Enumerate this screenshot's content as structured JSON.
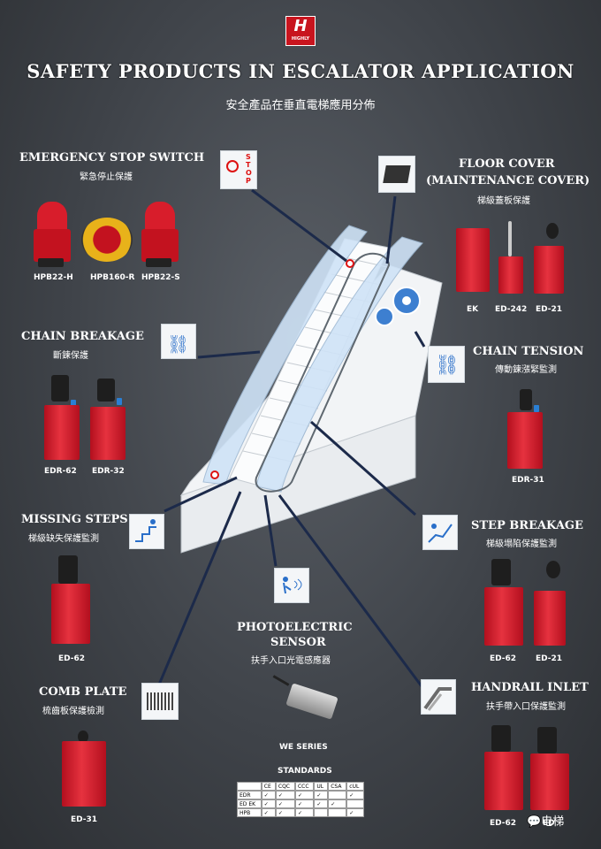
{
  "logo": {
    "mark": "H",
    "brand": "HIGHLY"
  },
  "header": {
    "title": "SAFETY PRODUCTS IN ESCALATOR APPLICATION",
    "subtitle": "安全產品在垂直電梯應用分佈"
  },
  "sections": {
    "emergency_stop": {
      "title": "EMERGENCY STOP SWITCH",
      "cn": "緊急停止保護",
      "products": [
        "HPB22-H",
        "HPB160-R",
        "HPB22-S"
      ]
    },
    "floor_cover": {
      "title_1": "FLOOR COVER",
      "title_2": "(MAINTENANCE COVER)",
      "cn": "梯級蓋板保護",
      "products": [
        "EK",
        "ED-242",
        "ED-21"
      ]
    },
    "chain_breakage": {
      "title": "CHAIN BREAKAGE",
      "cn": "斷鍊保護",
      "products": [
        "EDR-62",
        "EDR-32"
      ]
    },
    "chain_tension": {
      "title": "CHAIN TENSION",
      "cn": "傳動鍊漲緊監測",
      "products": [
        "EDR-31"
      ]
    },
    "missing_steps": {
      "title": "MISSING STEPS",
      "cn": "梯級缺失保護監測",
      "products": [
        "ED-62"
      ]
    },
    "step_breakage": {
      "title": "STEP BREAKAGE",
      "cn": "梯級塌陷保護監測",
      "products": [
        "ED-62",
        "ED-21"
      ]
    },
    "photoelectric": {
      "title_1": "PHOTOELECTRIC",
      "title_2": "SENSOR",
      "cn": "扶手入口光電感應器",
      "products": [
        "WE SERIES"
      ]
    },
    "comb_plate": {
      "title": "COMB PLATE",
      "cn": "梳齒板保護檢測",
      "products": [
        "ED-31"
      ]
    },
    "handrail_inlet": {
      "title": "HANDRAIL INLET",
      "cn": "扶手帶入口保護監測",
      "products": [
        "ED-62",
        "ED"
      ]
    }
  },
  "stop_sign": {
    "letters": "STOP"
  },
  "standards": {
    "label": "STANDARDS",
    "rows": [
      {
        "name": "EDR",
        "marks": [
          "✓",
          "✓",
          "✓",
          "✓",
          "",
          "✓"
        ]
      },
      {
        "name": "ED EK",
        "marks": [
          "✓",
          "✓",
          "✓",
          "✓",
          "✓",
          ""
        ]
      },
      {
        "name": "HPB",
        "marks": [
          "✓",
          "✓",
          "✓",
          "",
          "",
          "✓"
        ]
      }
    ]
  },
  "watermark": {
    "text": "电梯"
  },
  "colors": {
    "accent": "#c8141e",
    "line": "#1c2a4a"
  }
}
